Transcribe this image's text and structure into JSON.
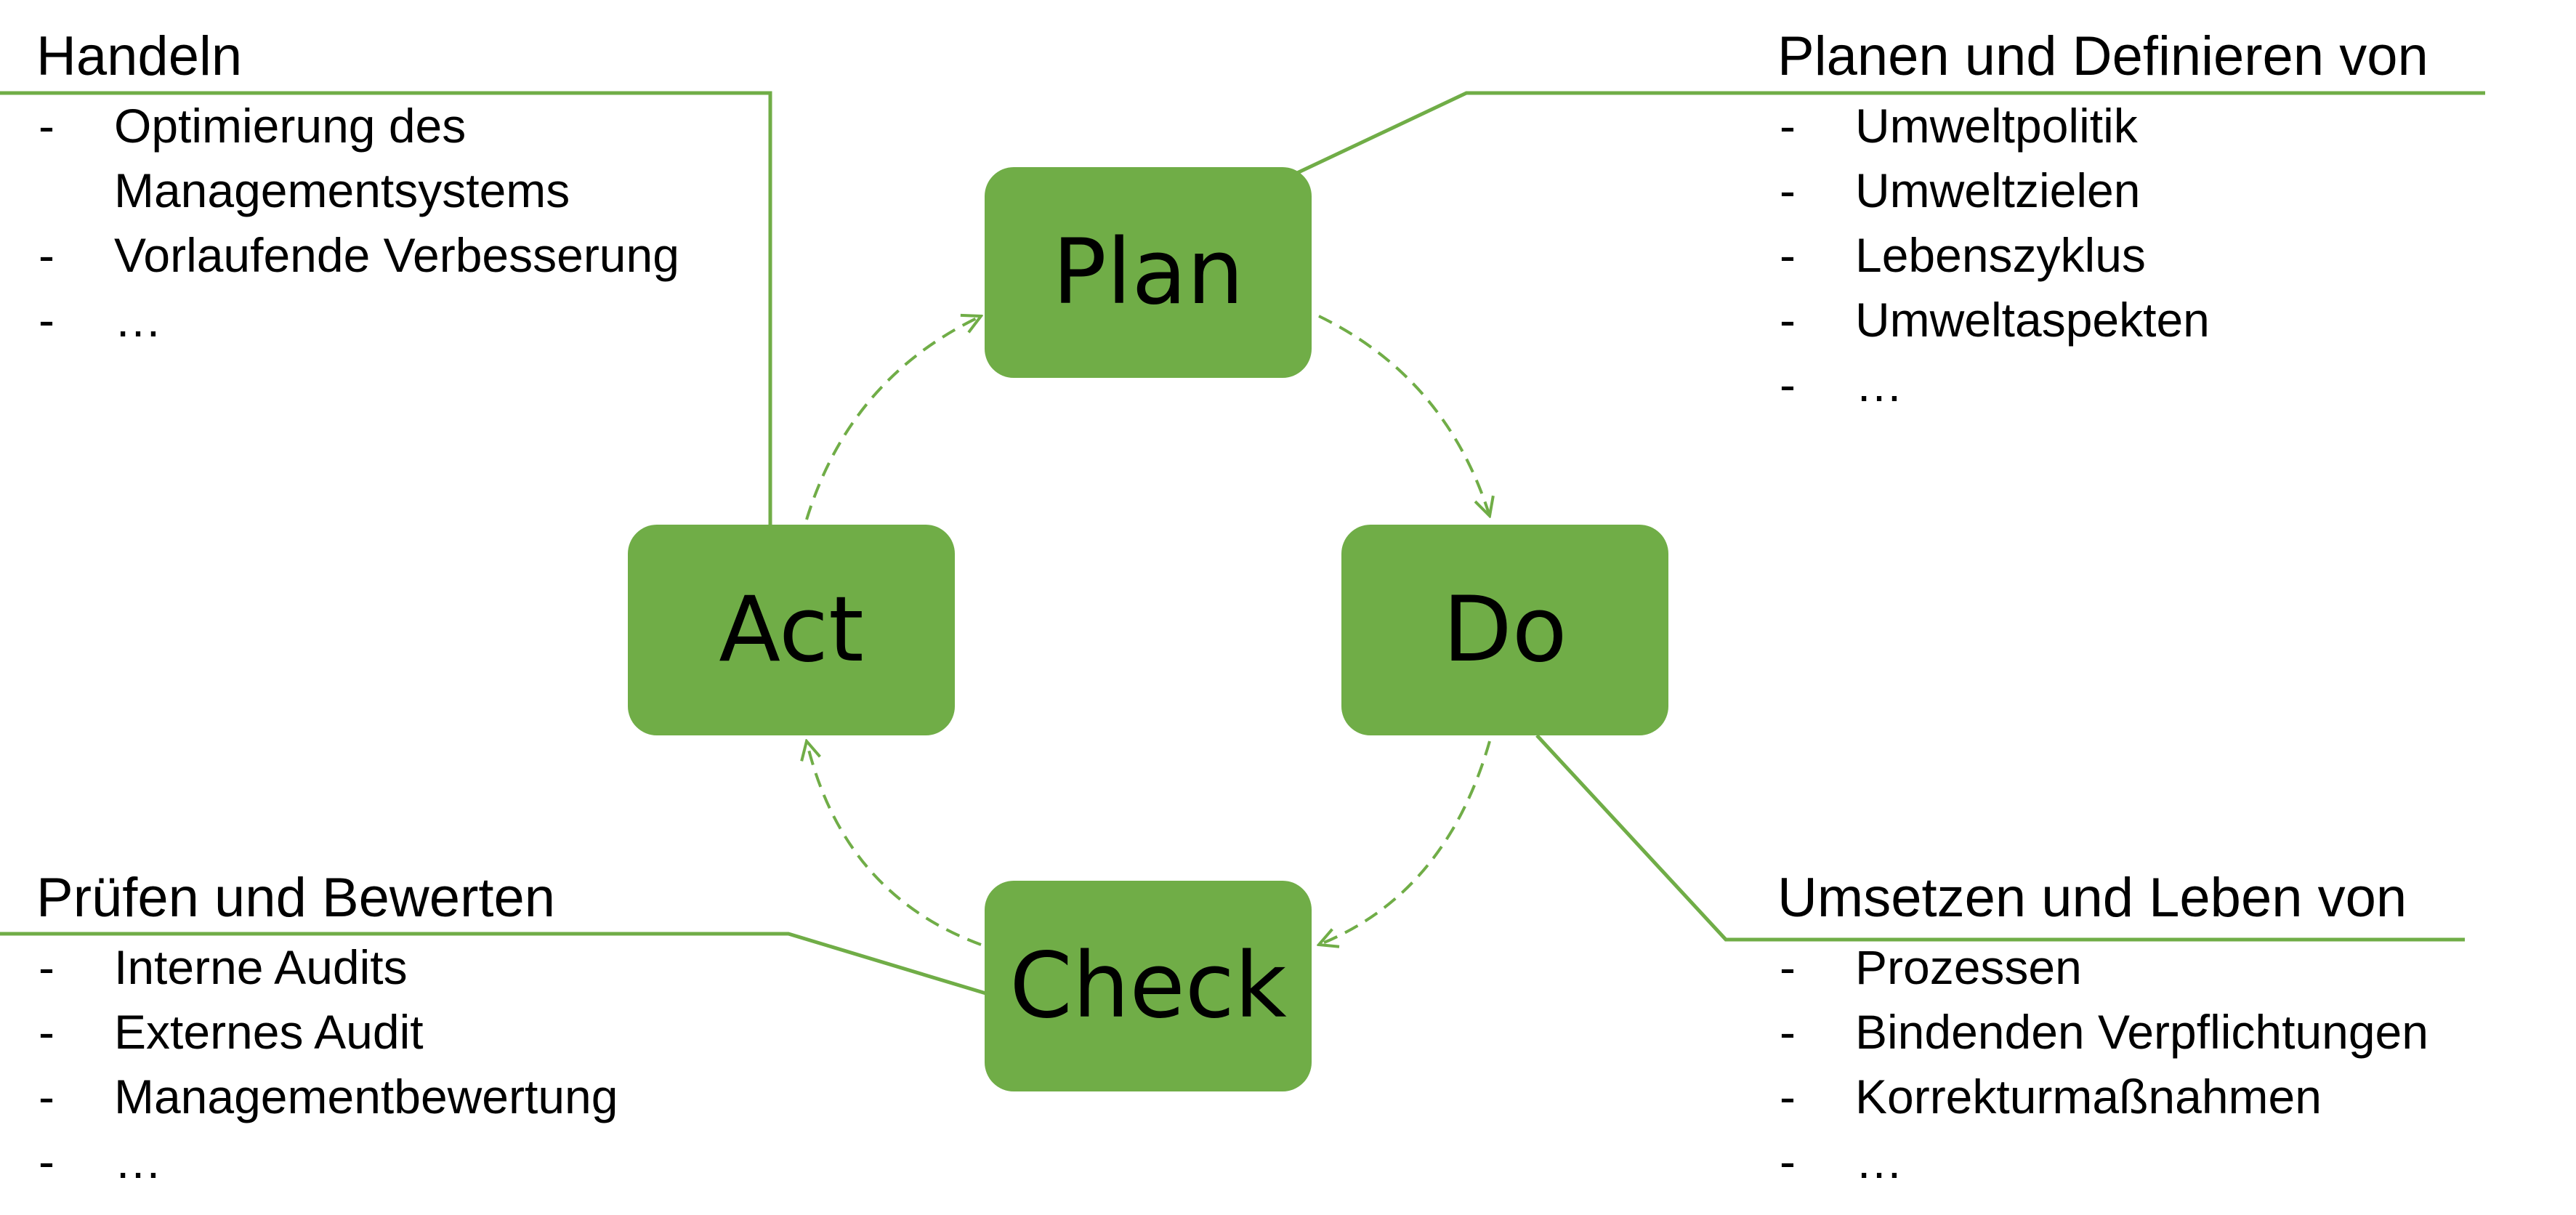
{
  "colors": {
    "box": "#70ad47",
    "line": "#70ad47",
    "text": "#000000",
    "background": "#ffffff"
  },
  "cycle": {
    "plan": "Plan",
    "do": "Do",
    "check": "Check",
    "act": "Act"
  },
  "notes": {
    "handeln": {
      "heading": "Handeln",
      "items": [
        {
          "dash": "-",
          "text": "Optimierung des Managementsystems"
        },
        {
          "dash": "-",
          "text": "Vorlaufende Verbesserung"
        },
        {
          "dash": "-",
          "text": "…"
        }
      ]
    },
    "planen": {
      "heading": "Planen und Definieren von",
      "items": [
        {
          "dash": "-",
          "text": "Umweltpolitik"
        },
        {
          "dash": "-",
          "text": "Umweltzielen"
        },
        {
          "dash": "-",
          "text": "Lebenszyklus"
        },
        {
          "dash": "-",
          "text": "Umweltaspekten"
        },
        {
          "dash": "-",
          "text": "…"
        }
      ]
    },
    "pruefen": {
      "heading": "Prüfen und Bewerten",
      "items": [
        {
          "dash": "-",
          "text": "Interne Audits"
        },
        {
          "dash": "-",
          "text": "Externes Audit"
        },
        {
          "dash": "-",
          "text": "Managementbewertung"
        },
        {
          "dash": "-",
          "text": "…"
        }
      ]
    },
    "umsetzen": {
      "heading": "Umsetzen und Leben von",
      "items": [
        {
          "dash": "-",
          "text": "Prozessen"
        },
        {
          "dash": "-",
          "text": "Bindenden Verpflichtungen"
        },
        {
          "dash": "-",
          "text": "Korrekturmaßnahmen"
        },
        {
          "dash": "-",
          "text": "…"
        }
      ]
    }
  }
}
